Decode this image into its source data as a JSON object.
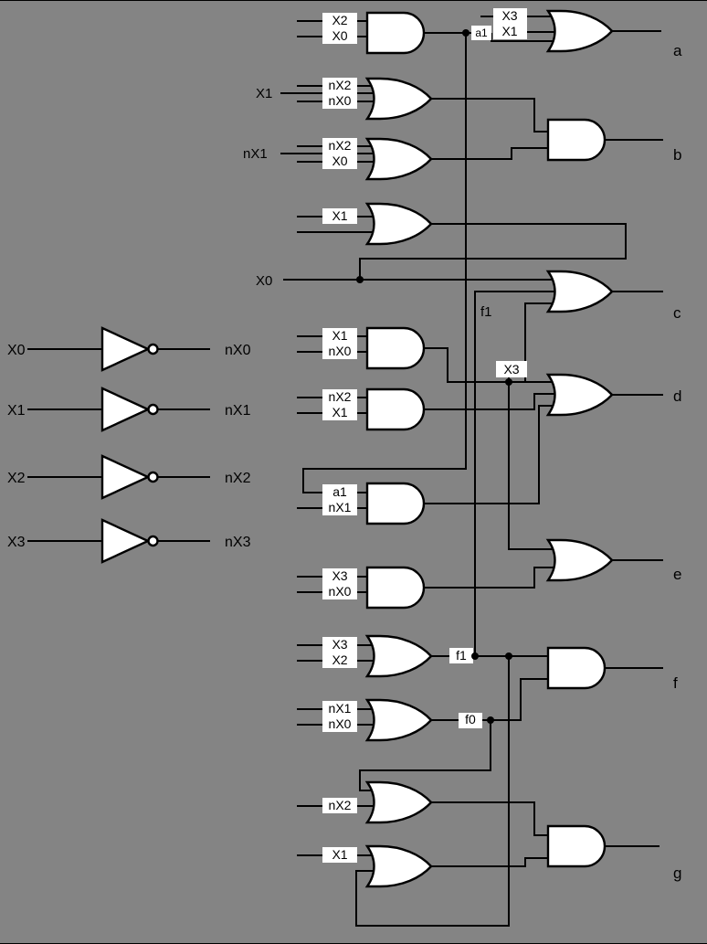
{
  "colors": {
    "background": "#848484",
    "gate_fill": "#ffffff",
    "wire": "#000000",
    "label_background": "#ffffff",
    "text": "#000000"
  },
  "inverters": [
    {
      "input": "X0",
      "output": "nX0"
    },
    {
      "input": "X1",
      "output": "nX1"
    },
    {
      "input": "X2",
      "output": "nX2"
    },
    {
      "input": "X3",
      "output": "nX3"
    }
  ],
  "gates": {
    "g1": {
      "type": "AND",
      "inputs": [
        "X2",
        "X0"
      ]
    },
    "g2": {
      "type": "OR",
      "ext_label": "X1",
      "inputs": [
        "nX2",
        "nX0"
      ]
    },
    "g3": {
      "type": "OR",
      "ext_label": "nX1",
      "inputs": [
        "nX2",
        "X0"
      ]
    },
    "g4": {
      "type": "OR",
      "inputs": [
        "X1"
      ]
    },
    "g5": {
      "type": "AND",
      "inputs": [
        "X1",
        "nX0"
      ]
    },
    "g6": {
      "type": "AND",
      "inputs": [
        "nX2",
        "X1"
      ]
    },
    "g7": {
      "type": "AND",
      "inputs": [
        "a1",
        "nX1"
      ]
    },
    "g8": {
      "type": "AND",
      "inputs": [
        "X3",
        "nX0"
      ]
    },
    "g9": {
      "type": "OR",
      "inputs": [
        "X3",
        "X2"
      ]
    },
    "g10": {
      "type": "OR",
      "inputs": [
        "nX1",
        "nX0"
      ]
    },
    "g11": {
      "type": "OR",
      "inputs": [
        "nX2"
      ]
    },
    "g12": {
      "type": "OR",
      "inputs": [
        "X1"
      ]
    },
    "or_a": {
      "type": "OR",
      "inputs": [
        "X3",
        "X1"
      ]
    },
    "and_b": {
      "type": "AND"
    },
    "or_c": {
      "type": "OR"
    },
    "or_d": {
      "type": "OR"
    },
    "or_e": {
      "type": "OR"
    },
    "and_f": {
      "type": "AND"
    },
    "and_g": {
      "type": "AND"
    }
  },
  "net_labels": {
    "a1": "a1",
    "x0_feed": "X0",
    "f1_mid": "f1",
    "x3_tap": "X3",
    "f1": "f1",
    "f0": "f0"
  },
  "outputs": {
    "a": "a",
    "b": "b",
    "c": "c",
    "d": "d",
    "e": "e",
    "f": "f",
    "g": "g"
  }
}
